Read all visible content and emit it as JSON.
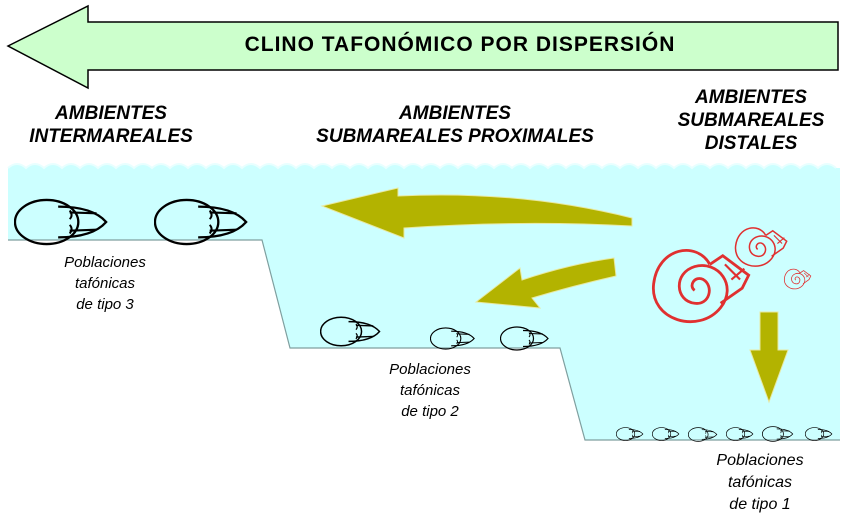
{
  "clino": {
    "title": "CLINO TAFONÓMICO POR DISPERSIÓN",
    "arrow_fill": "#ccffcc",
    "arrow_stroke": "#000000"
  },
  "environments": {
    "intertidal": {
      "line1": "AMBIENTES",
      "line2": "INTERMAREALES"
    },
    "proximal": {
      "line1": "AMBIENTES",
      "line2": "SUBMAREALES PROXIMALES"
    },
    "distal": {
      "line1": "AMBIENTES",
      "line2": "SUBMAREALES",
      "line3": "DISTALES"
    }
  },
  "populations": {
    "type3": {
      "line1": "Poblaciones",
      "line2": "tafónicas",
      "line3": "de tipo 3"
    },
    "type2": {
      "line1": "Poblaciones",
      "line2": "tafónicas",
      "line3": "de tipo 2"
    },
    "type1": {
      "line1": "Poblaciones",
      "line2": "tafónicas",
      "line3": "de tipo 1"
    }
  },
  "colors": {
    "water": "#ccffff",
    "seafloor_line": "#7f9f9f",
    "transport_arrow": "#b3b300",
    "ammonite_red": "#e03030"
  }
}
